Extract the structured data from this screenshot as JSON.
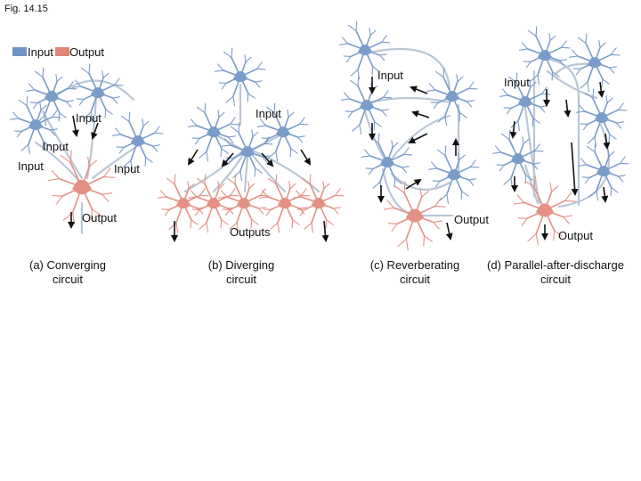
{
  "fig_label": "Fig. 14.15",
  "legend": {
    "input_label": "Input",
    "output_label": "Output",
    "input_color": "#6f93c2",
    "output_color": "#e0877a"
  },
  "colors": {
    "input_neuron": "#7a9cc9",
    "output_neuron": "#e39184",
    "axon": "#b9c7d6"
  },
  "panel_a": {
    "caption_line1": "(a) Converging",
    "caption_line2": "circuit",
    "input_labels": [
      "Input",
      "Input",
      "Input",
      "Input"
    ],
    "output_label": "Output"
  },
  "panel_b": {
    "caption_line1": "(b) Diverging",
    "caption_line2": "circuit",
    "input_label": "Input",
    "output_label": "Outputs"
  },
  "panel_c": {
    "caption_line1": "(c) Reverberating",
    "caption_line2": "circuit",
    "input_label": "Input",
    "output_label": "Output"
  },
  "panel_d": {
    "caption_line1": "(d) Parallel-after-discharge",
    "caption_line2": "circuit",
    "input_label": "Input",
    "output_label": "Output"
  }
}
